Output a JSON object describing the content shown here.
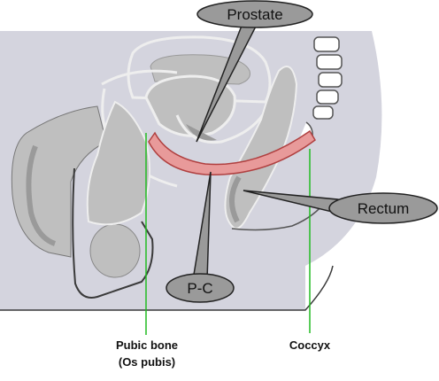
{
  "labels": {
    "prostate": "Prostate",
    "rectum": "Rectum",
    "pc": "P-C",
    "pubic_bone_line1": "Pubic bone",
    "pubic_bone_line2": "(Os pubis)",
    "coccyx": "Coccyx"
  },
  "colors": {
    "background_panel": "#d4d4de",
    "organ_fill": "#bfbfbf",
    "organ_dark": "#9a9a9a",
    "outline": "#3a3a3a",
    "pc_muscle": "#e89a9a",
    "pc_muscle_edge": "#b04040",
    "guide_line": "#22bb22",
    "callout_fill": "#9a9a9a",
    "callout_edge": "#222222"
  }
}
